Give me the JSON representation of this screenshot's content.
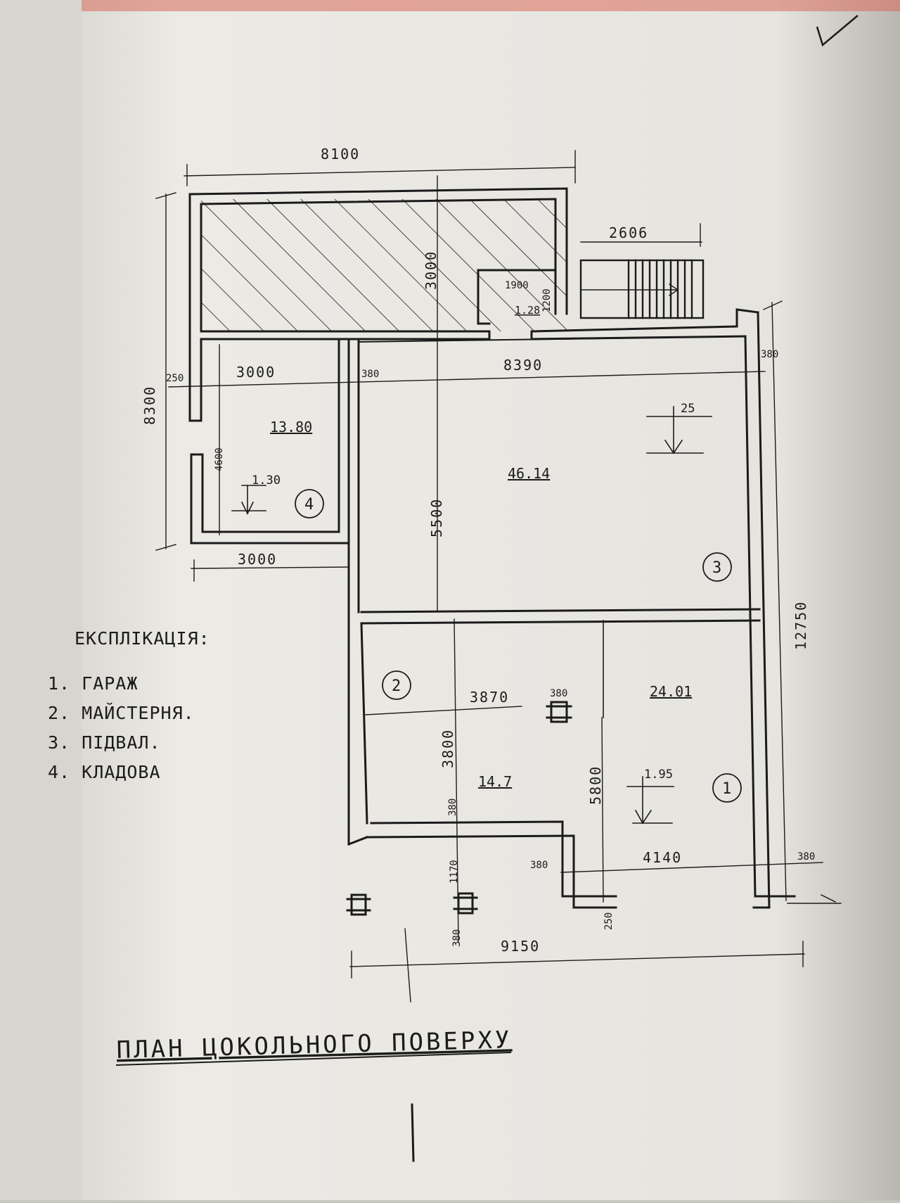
{
  "plan": {
    "title": "ПЛАН ЦОКОЛЬНОГО ПОВЕРХУ",
    "legend": {
      "heading": "ЕКСПЛІКАЦІЯ:",
      "items": [
        "1. ГАРАЖ",
        "2. МАЙСТЕРНЯ.",
        "3. ПІДВАЛ.",
        "4. КЛАДОВА"
      ]
    },
    "dimensions": {
      "d8100": "8100",
      "d2606": "2606",
      "d1900": "1900",
      "d1200": "1200",
      "d3000_vert": "3000",
      "d8300": "8300",
      "d250_a": "250",
      "d3000_room4": "3000",
      "d380_a": "380",
      "d8390": "8390",
      "d380_b": "380",
      "d4600": "4600",
      "d3000_bottom": "3000",
      "d5500": "5500",
      "d12750": "12750",
      "d3870": "3870",
      "d380_col": "380",
      "d3800": "3800",
      "d380_c": "380",
      "d5800": "5800",
      "d1170": "1170",
      "d380_d": "380",
      "d4140": "4140",
      "d380_e": "380",
      "d380_f": "380",
      "d250_b": "250",
      "d9150": "9150"
    },
    "areas": {
      "stair_landing": "1.28",
      "room4": "13.80",
      "room3": "46.14",
      "room1": "24.01",
      "room2": "14.7"
    },
    "levels": {
      "room3": "25",
      "room4": "1.30",
      "room1": "1.95"
    },
    "room_numbers": [
      "1",
      "2",
      "3",
      "4"
    ]
  },
  "colors": {
    "paper": "#e9e7e2",
    "ink": "#1b1b1b",
    "shadow": "#c9c6c1"
  },
  "icons": {
    "checkmark": "checkmark-icon",
    "level_marker": "level-arrow-icon"
  }
}
